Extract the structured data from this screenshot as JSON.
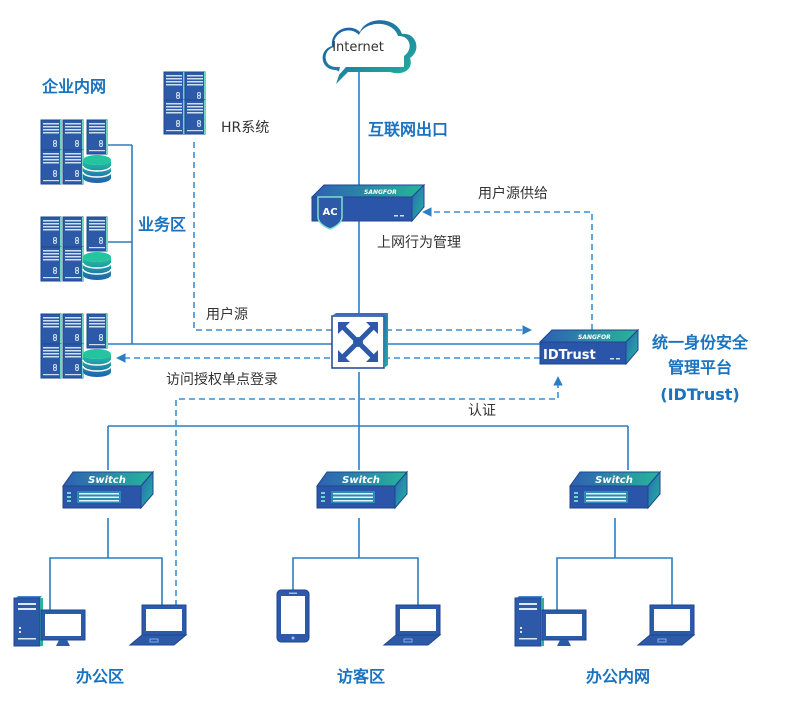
{
  "diagram": {
    "title": "",
    "nodes": {
      "internet": {
        "label": "Internet",
        "icon": "cloud-icon"
      },
      "internet_exit": {
        "label": "互联网出口"
      },
      "ac_device": {
        "label": "上网行为管理",
        "badge": "AC",
        "brand": "SANGFOR",
        "icon": "ac-appliance-icon"
      },
      "core_switch": {
        "icon": "core-switch-icon"
      },
      "idtrust_device": {
        "label": "IDTrust",
        "brand": "SANGFOR",
        "icon": "idtrust-appliance-icon"
      },
      "idtrust_title": {
        "line1": "统一身份安全",
        "line2": "管理平台",
        "line3": "(IDTrust)"
      },
      "hr_system": {
        "label": "HR系统",
        "icon": "server-rack-icon"
      },
      "enterprise_intranet": {
        "label": "企业内网"
      },
      "business_zone": {
        "label": "业务区"
      },
      "switch_left": {
        "label": "Switch",
        "icon": "switch-icon"
      },
      "switch_center": {
        "label": "Switch",
        "icon": "switch-icon"
      },
      "switch_right": {
        "label": "Switch",
        "icon": "switch-icon"
      },
      "zone_office": {
        "label": "办公区"
      },
      "zone_guest": {
        "label": "访客区"
      },
      "zone_office_intranet": {
        "label": "办公内网"
      }
    },
    "edges": {
      "user_source_supply": {
        "label": "用户源供给"
      },
      "user_source": {
        "label": "用户源"
      },
      "sso_access": {
        "label": "访问授权单点登录"
      },
      "authentication": {
        "label": "认证"
      }
    },
    "colors": {
      "primary_blue": "#1a73c0",
      "device_blue": "#2d5fb0",
      "accent_teal": "#22b89a",
      "line_blue": "#2a7fc4"
    }
  }
}
